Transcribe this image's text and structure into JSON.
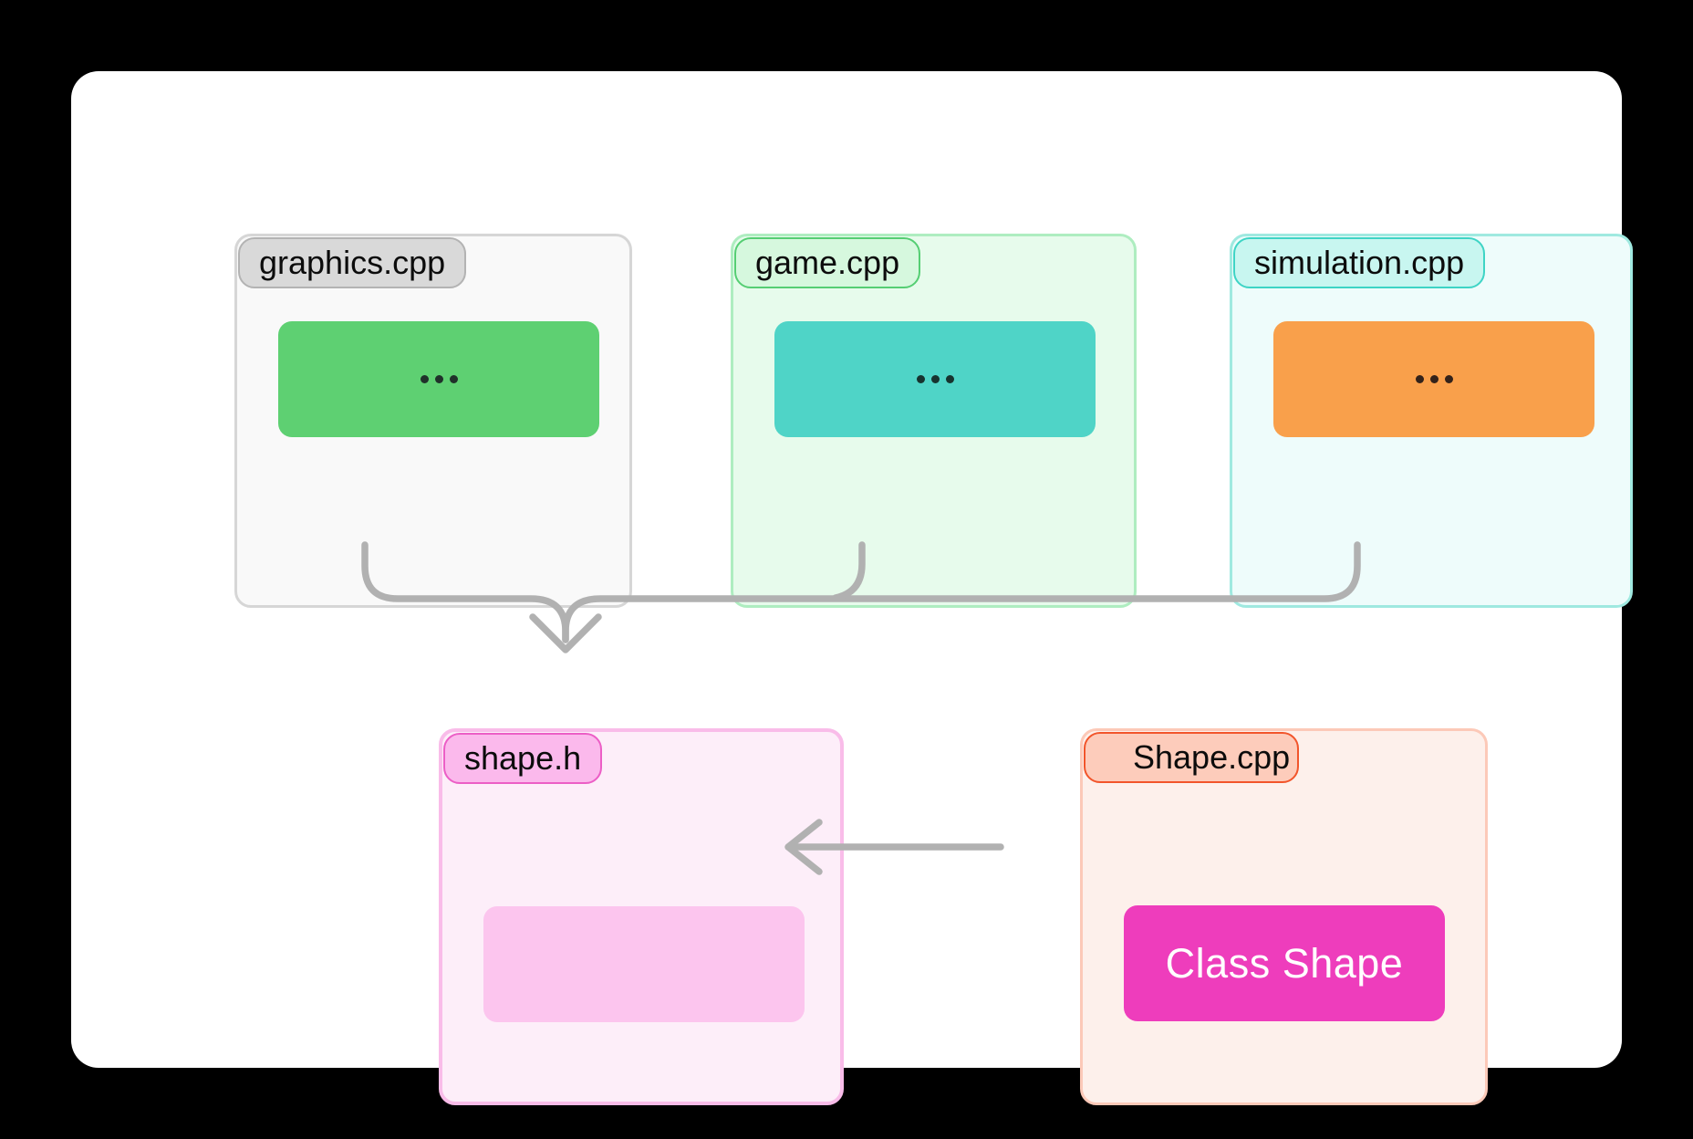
{
  "page": {
    "background": "#000000",
    "card_background": "#ffffff"
  },
  "diagram": {
    "arrow_color": "#b1b1b1",
    "files": [
      {
        "id": "graphics-cpp",
        "label": "graphics.cpp",
        "block_icon": "ellipsis-icon",
        "colors": {
          "bg": "#f9f9f9",
          "border": "#d6d6d6",
          "label_bg": "#d9d9d9",
          "label_border": "#b3b3b3",
          "block_bg": "#5ed072",
          "block_fg": "#20312a"
        }
      },
      {
        "id": "game-cpp",
        "label": "game.cpp",
        "block_icon": "ellipsis-icon",
        "colors": {
          "bg": "#e7fbec",
          "border": "#aeedc0",
          "label_bg": "#d6f8de",
          "label_border": "#55ce73",
          "block_bg": "#4fd4c7",
          "block_fg": "#17332f"
        }
      },
      {
        "id": "simulation-cpp",
        "label": "simulation.cpp",
        "block_icon": "ellipsis-icon",
        "colors": {
          "bg": "#eefcfb",
          "border": "#9fe9e0",
          "label_bg": "#c8f6f0",
          "label_border": "#3ed4c5",
          "block_bg": "#f9a04b",
          "block_fg": "#33221a"
        }
      },
      {
        "id": "shape-h",
        "label": "shape.h",
        "block_icon": "",
        "colors": {
          "bg": "#fdeef9",
          "border": "#f9bce9",
          "label_bg": "#fbb9ec",
          "label_border": "#ec5ec6",
          "block_bg": "#fcc5ee",
          "block_fg": "#fcc5ee"
        }
      },
      {
        "id": "shape-cpp",
        "label": "Shape.cpp",
        "block_label": "Class Shape",
        "colors": {
          "bg": "#fdf0eb",
          "border": "#fcc9b8",
          "label_bg": "#fdccbb",
          "label_border": "#f2552b",
          "block_bg": "#ee3dbc",
          "block_fg": "#ffffff"
        }
      }
    ]
  }
}
